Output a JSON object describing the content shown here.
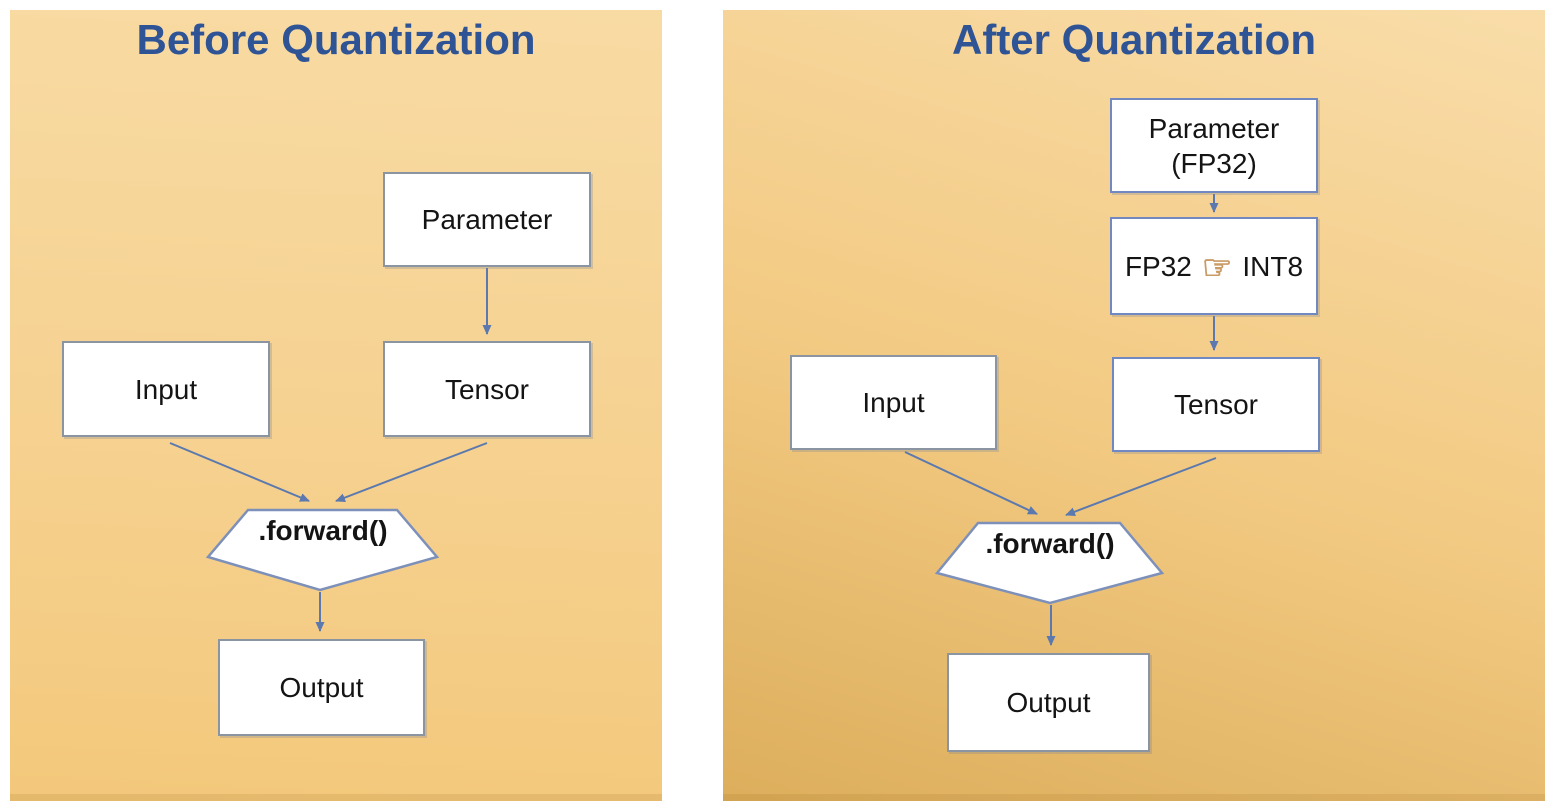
{
  "panels": [
    {
      "title": "Before Quantization",
      "nodes": {
        "parameter": "Parameter",
        "tensor": "Tensor",
        "input": "Input",
        "forward": ".forward()",
        "output": "Output"
      },
      "edges": [
        {
          "from": "Parameter",
          "to": "Tensor"
        },
        {
          "from": "Input",
          "to": ".forward()"
        },
        {
          "from": "Tensor",
          "to": ".forward()"
        },
        {
          "from": ".forward()",
          "to": "Output"
        }
      ]
    },
    {
      "title": "After Quantization",
      "nodes": {
        "parameter_line1": "Parameter",
        "parameter_line2": "(FP32)",
        "quantize": {
          "prefix": "FP32",
          "icon_glyph": "☞",
          "suffix": "INT8"
        },
        "tensor": "Tensor",
        "input": "Input",
        "forward": ".forward()",
        "output": "Output"
      },
      "edges": [
        {
          "from": "Parameter (FP32)",
          "to": "FP32 ☞ INT8"
        },
        {
          "from": "FP32 ☞ INT8",
          "to": "Tensor"
        },
        {
          "from": "Input",
          "to": ".forward()"
        },
        {
          "from": "Tensor",
          "to": ".forward()"
        },
        {
          "from": ".forward()",
          "to": "Output"
        }
      ]
    }
  ],
  "colors": {
    "title_text": "#2f5496",
    "panel_top": "#f8dba3",
    "panel_before_bottom": "#f3c87b",
    "panel_after_bottom": "#dcae5c",
    "arrow": "#5b79ae",
    "node_fill": "#ffffff",
    "node_border": "#8b94a1",
    "node_border_blue": "#7288c0",
    "node_text": "#141414",
    "hand_icon": "#c99b66"
  }
}
